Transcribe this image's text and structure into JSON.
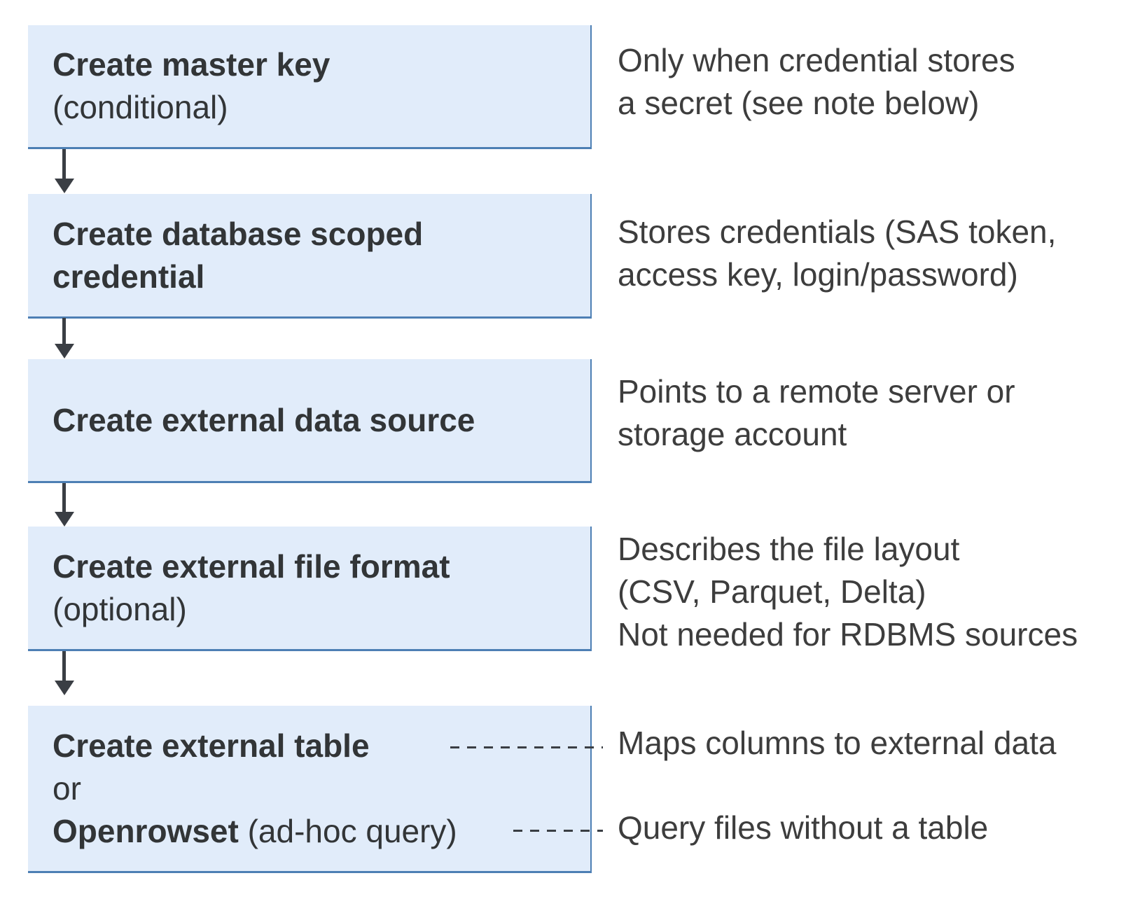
{
  "colors": {
    "box_fill": "#e1ecfa",
    "box_border": "#4d7fb4",
    "arrow": "#3a3e44",
    "title_text": "#323537",
    "note_text": "#3d3d3d",
    "background": "#ffffff"
  },
  "flow": {
    "boxes": [
      {
        "title": "Create master key",
        "subtitle": "(conditional)"
      },
      {
        "title_line1": "Create database scoped",
        "title_line2": "credential"
      },
      {
        "title": "Create external data source"
      },
      {
        "title": "Create external file format",
        "subtitle": "(optional)"
      },
      {
        "line1_bold": "Create external table",
        "line2": "or",
        "line3_bold": "Openrowset",
        "line3_rest": " (ad-hoc query)"
      }
    ],
    "notes": [
      {
        "line1": "Only when credential stores",
        "line2": "a secret (see note below)"
      },
      {
        "line1": "Stores credentials (SAS token,",
        "line2": "access key, login/password)"
      },
      {
        "line1": "Points to a remote server or",
        "line2": "storage account"
      },
      {
        "line1": "Describes the file layout",
        "line2": "(CSV, Parquet, Delta)",
        "line3": "Not needed for RDBMS sources"
      },
      {
        "line1": "Maps columns to external data"
      },
      {
        "line1": "Query files without a table"
      }
    ]
  }
}
